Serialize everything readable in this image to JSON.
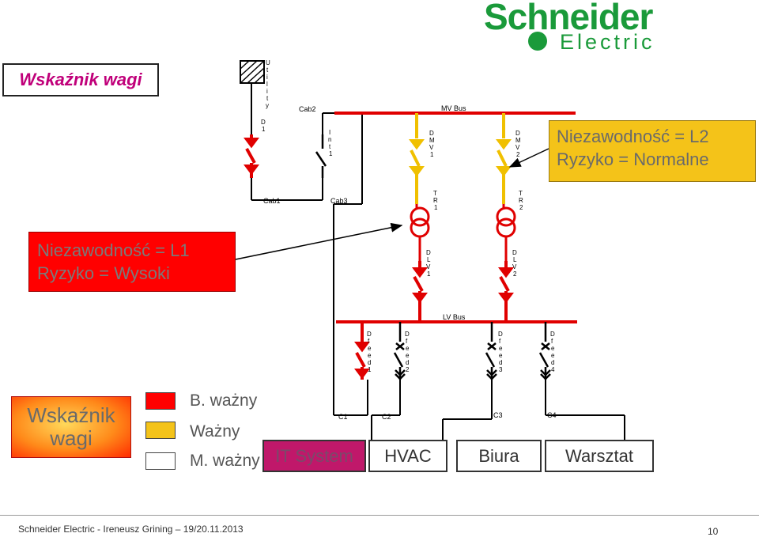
{
  "slide_title": "Wskaźnik wagi",
  "brand": {
    "name": "Schneider",
    "sub": "Electric"
  },
  "callout_l2": {
    "line1": "Niezawodność = L2",
    "line2": "Ryzyko = Normalne"
  },
  "callout_l1": {
    "line1": "Niezawodność = L1",
    "line2": "Ryzyko = Wysoki"
  },
  "legend": {
    "title_line1": "Wskaźnik",
    "title_line2": "wagi",
    "items": [
      {
        "label": "B. ważny",
        "color": "#ff0000"
      },
      {
        "label": "Ważny",
        "color": "#f4c319"
      },
      {
        "label": "M. ważny",
        "color": "#ffffff"
      }
    ]
  },
  "diagram": {
    "utility": "Utility",
    "mv_bus": "MV Bus",
    "lv_bus": "LV Bus",
    "cables": [
      "Cab1",
      "Cab2",
      "Cab3",
      "C1",
      "C2",
      "C3",
      "C4"
    ],
    "breakers": [
      "D1",
      "Int1",
      "DMV1",
      "DMV2",
      "DLV1",
      "DLV2",
      "Dfeed1",
      "Dfeed2",
      "Dfeed3",
      "Dfeed4"
    ],
    "transformers": [
      "TR1",
      "TR2"
    ]
  },
  "loads": [
    "IT System",
    "HVAC",
    "Biura",
    "Warsztat"
  ],
  "footer": {
    "text": "Schneider Electric - Ireneusz Grining – 19/20.11.2013",
    "page": "10"
  },
  "colors": {
    "critical": "#ff0000",
    "important": "#f4c319",
    "brand": "#1a9a3a",
    "it_system": "#c0186a"
  }
}
